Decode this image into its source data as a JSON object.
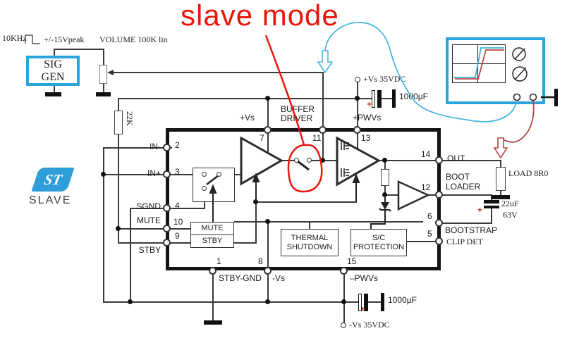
{
  "annotation": {
    "slave_mode": "slave mode"
  },
  "source": {
    "frequency": "10KHz",
    "amplitude": "+/-15Vpeak",
    "volume": "VOLUME 100K lin",
    "generator_line1": "SIG",
    "generator_line2": "GEN"
  },
  "branding": {
    "logo": "ST",
    "mode": "SLAVE"
  },
  "power": {
    "positive_supply": "+Vs 35VDC",
    "positive_cap": "1000µF",
    "negative_supply": "-Vs 35VDC",
    "negative_cap": "1000µF"
  },
  "input_network": {
    "pullup_resistor": "22K"
  },
  "ic": {
    "pins": {
      "p1": {
        "num": "1",
        "label": "STBY-GND"
      },
      "p2": {
        "num": "2",
        "label": "IN-"
      },
      "p3": {
        "num": "3",
        "label": "IN+"
      },
      "p4": {
        "num": "4",
        "label": "SGND"
      },
      "p5": {
        "num": "5",
        "label": "CLIP DET"
      },
      "p6": {
        "num": "6",
        "label": "BOOTSTRAP"
      },
      "p7": {
        "num": "7",
        "label": "+Vs"
      },
      "p8": {
        "num": "8",
        "label": "-Vs"
      },
      "p9": {
        "num": "9",
        "label": "STBY"
      },
      "p10": {
        "num": "10",
        "label": "MUTE"
      },
      "p11": {
        "num": "11",
        "label1": "BUFFER",
        "label2": "DRIVER"
      },
      "p12": {
        "num": "12",
        "label1": "BOOT",
        "label2": "LOADER"
      },
      "p13": {
        "num": "13",
        "label": "+PWVs"
      },
      "p14": {
        "num": "14",
        "label": "OUT"
      },
      "p15": {
        "num": "15",
        "label": "–PWVs"
      }
    },
    "blocks": {
      "mute": "MUTE",
      "stby": "STBY",
      "thermal_line1": "THERMAL",
      "thermal_line2": "SHUTDOWN",
      "sc_line1": "S/C",
      "sc_line2": "PROTECTION"
    },
    "amp": {
      "minus": "-",
      "plus": "+"
    }
  },
  "output": {
    "load": "LOAD 8R0",
    "bootstrap_cap": "22uF",
    "bootstrap_cap_voltage": "63V"
  },
  "marks": {
    "plus": "+"
  },
  "colors": {
    "accent_blue": "#2aa4dd",
    "annotation_red": "#e8170c",
    "probe_red": "#b04545",
    "wire": "#3a3a3a"
  }
}
